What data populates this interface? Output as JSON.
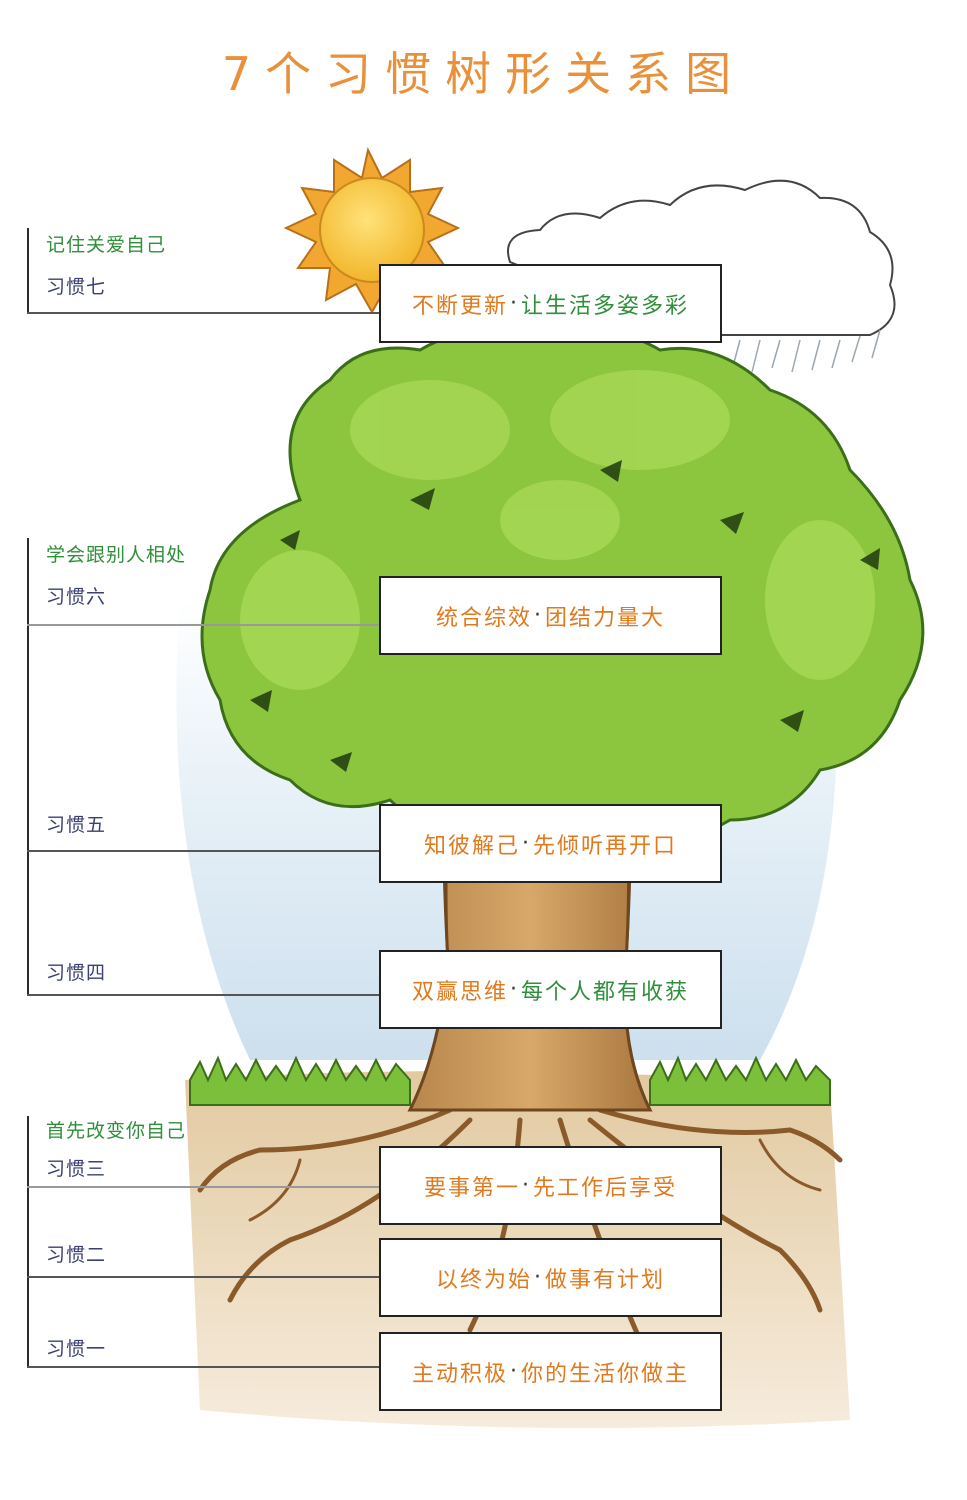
{
  "title": "7个习惯树形关系图",
  "groups": {
    "g7": "记住关爱自己",
    "g46": "学会跟别人相处",
    "g13": "首先改变你自己"
  },
  "habits": [
    {
      "label": "习惯七",
      "left": "不断更新",
      "right": "让生活多姿多彩"
    },
    {
      "label": "习惯六",
      "left": "统合综效",
      "right": "团结力量大"
    },
    {
      "label": "习惯五",
      "left": "知彼解己",
      "right": "先倾听再开口"
    },
    {
      "label": "习惯四",
      "left": "双赢思维",
      "right": "每个人都有收获"
    },
    {
      "label": "习惯三",
      "left": "要事第一",
      "right": "先工作后享受"
    },
    {
      "label": "习惯二",
      "left": "以终为始",
      "right": "做事有计划"
    },
    {
      "label": "习惯一",
      "left": "主动积极",
      "right": "你的生活你做主"
    }
  ],
  "separator": "·",
  "illustration": [
    "sun",
    "cloud",
    "tree",
    "grass",
    "roots",
    "soil"
  ]
}
